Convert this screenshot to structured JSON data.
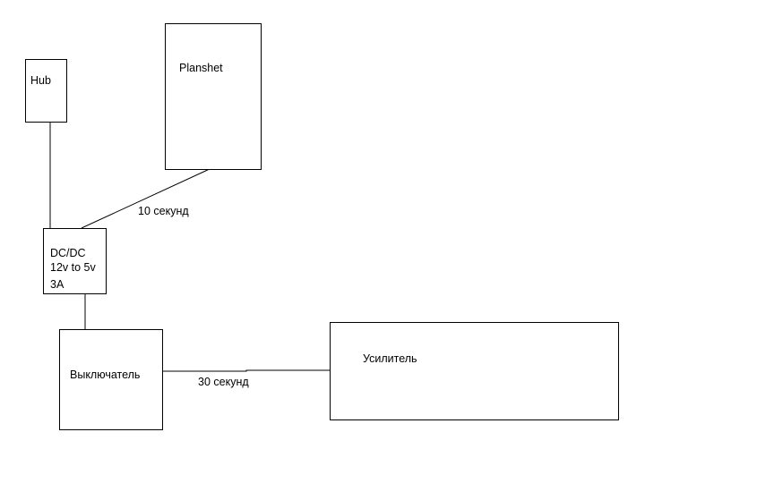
{
  "blocks": {
    "hub": {
      "label": "Hub"
    },
    "planshet": {
      "label": "Planshet"
    },
    "dcdc": {
      "lines": [
        "DC/DC",
        "12v to 5v",
        "3A"
      ]
    },
    "switch": {
      "label": "Выключатель"
    },
    "amplifier": {
      "label": "Усилитель"
    }
  },
  "connections": {
    "dcdc_to_planshet": {
      "label": "10 секунд"
    },
    "switch_to_amplifier": {
      "label": "30 секунд"
    }
  }
}
